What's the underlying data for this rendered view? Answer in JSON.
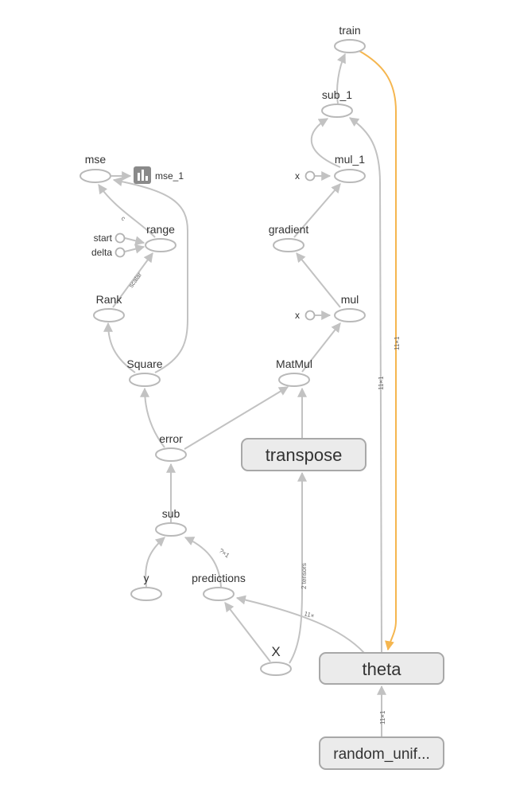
{
  "nodes": {
    "train": "train",
    "sub_1": "sub_1",
    "mul_1": "mul_1",
    "mse": "mse",
    "mse_1": "mse_1",
    "range": "range",
    "start": "start",
    "delta": "delta",
    "rank": "Rank",
    "gradient": "gradient",
    "mul": "mul",
    "square": "Square",
    "matmul": "MatMul",
    "error": "error",
    "transpose": "transpose",
    "sub": "sub",
    "y": "y",
    "predictions": "predictions",
    "X": "X",
    "theta": "theta",
    "random_uniform": "random_unif...",
    "x_const_1": "x",
    "x_const_2": "x"
  },
  "edge_labels": {
    "range_to_mse": "c",
    "rank_to_range": "scalar",
    "theta_to_train": "11×1",
    "theta_to_sub1": "11×1",
    "x_to_transpose": "2 tensors",
    "theta_to_predictions": "11×",
    "predictions_to_sub": "?×1",
    "random_to_theta": "11×1"
  },
  "colors": {
    "edge": "#c2c2c2",
    "reference_edge": "#f5b64f",
    "op_node_fill": "#ffffff",
    "group_node_fill": "#ebebeb",
    "summary_icon": "#8a8a8a"
  }
}
